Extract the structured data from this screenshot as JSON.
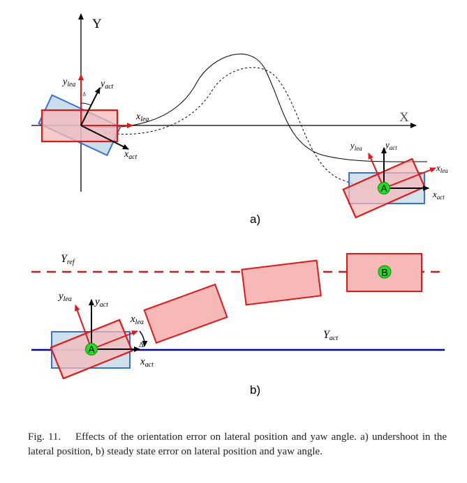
{
  "panel_a": {
    "axis_y_label": "Y",
    "axis_x_label": "X",
    "frame_left": {
      "y_lea": "y",
      "y_lea_sub": "lea",
      "y_act": "y",
      "y_act_sub": "act",
      "x_lea": "x",
      "x_lea_sub": "lea",
      "x_act": "x",
      "x_act_sub": "act",
      "angle_symbol": "δ"
    },
    "frame_right": {
      "y_lea": "y",
      "y_lea_sub": "lea",
      "y_act": "y",
      "y_act_sub": "act",
      "x_lea": "x",
      "x_lea_sub": "lea",
      "x_act": "x",
      "x_act_sub": "act",
      "point_label": "A"
    },
    "label": "a)"
  },
  "panel_b": {
    "y_ref": "Y",
    "y_ref_sub": "ref",
    "y_act": "Y",
    "y_act_sub": "act",
    "y_lea": "y",
    "y_lea_sub": "lea",
    "y_act_axis": "y",
    "y_act_axis_sub": "act",
    "x_lea": "x",
    "x_lea_sub": "lea",
    "x_act": "x",
    "x_act_sub": "act",
    "angle_symbol": "Δ",
    "point_a": "A",
    "point_b": "B",
    "label": "b)"
  },
  "colors": {
    "red": "#e01818",
    "pink_fill": "#f7b8b8",
    "blue": "#3a6fd8",
    "blue_fill": "#c8dbe8",
    "green": "#22dd22",
    "line_blue": "#0000cc"
  },
  "caption": {
    "prefix": "Fig. 11.",
    "text": "Effects of the orientation error on lateral position and yaw angle. a) undershoot in the lateral position, b) steady state error on lateral position and yaw angle."
  }
}
